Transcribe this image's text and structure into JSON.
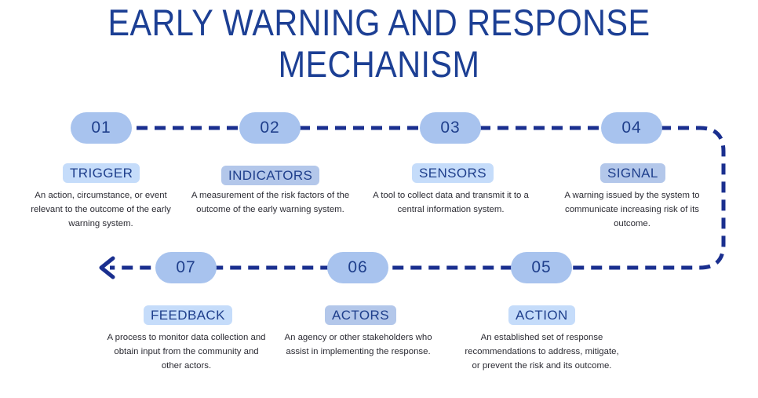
{
  "title": "EARLY WARNING AND RESPONSE\nMECHANISM",
  "colors": {
    "title_blue": "#1c3f94",
    "number_pill_fill": "#a8c3ee",
    "label_pill_light": "#c5dcfa",
    "label_pill_muted": "#b3c7ea",
    "pill_text": "#1f3f8c",
    "connector": "#1a2f8f",
    "body_text": "#2b2b33",
    "background": "#ffffff"
  },
  "steps": [
    {
      "number": "01",
      "label": "TRIGGER",
      "description": "An action, circumstance, or event relevant to the outcome of the early warning system."
    },
    {
      "number": "02",
      "label": "INDICATORS",
      "description": "A measurement of the risk factors of the outcome of the early warning system."
    },
    {
      "number": "03",
      "label": "SENSORS",
      "description": "A tool to collect data and transmit it to a central information system."
    },
    {
      "number": "04",
      "label": "SIGNAL",
      "description": "A warning issued by the system to communicate increasing risk of its outcome."
    },
    {
      "number": "05",
      "label": "ACTION",
      "description": "An established set of response recommendations to address, mitigate, or prevent the risk and its outcome."
    },
    {
      "number": "06",
      "label": "ACTORS",
      "description": "An agency or other stakeholders who assist in implementing the response."
    },
    {
      "number": "07",
      "label": "FEEDBACK",
      "description": "A process to monitor data collection and obtain input from the community and other actors."
    }
  ]
}
